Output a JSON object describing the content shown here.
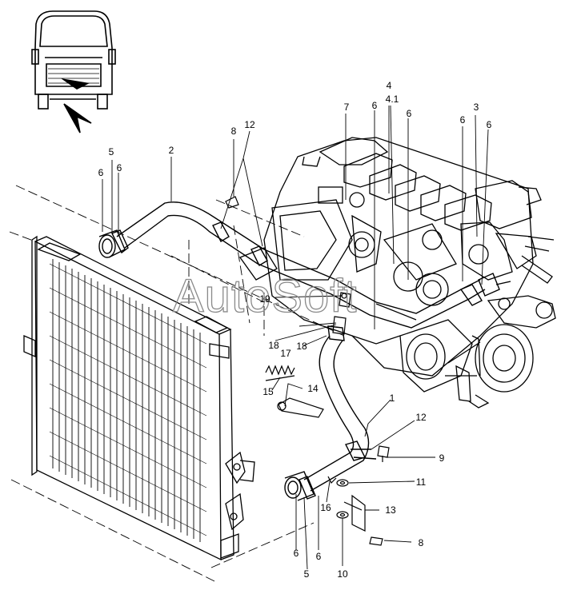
{
  "watermark": "AutoSoft",
  "callouts": {
    "c1": "1",
    "c2": "2",
    "c3": "3",
    "c4": "4",
    "c4_1": "4.1",
    "c5_top": "5",
    "c5_bottom": "5",
    "c6_a": "6",
    "c6_b": "6",
    "c6_c": "6",
    "c6_d": "6",
    "c6_e": "6",
    "c6_f": "6",
    "c6_g": "6",
    "c6_h": "6",
    "c7": "7",
    "c8_top": "8",
    "c8_bottom": "8",
    "c9": "9",
    "c10": "10",
    "c11": "11",
    "c12_top": "12",
    "c12_bottom": "12",
    "c13": "13",
    "c14": "14",
    "c15": "15",
    "c16": "16",
    "c17": "17",
    "c18_a": "18",
    "c18_b": "18",
    "c19": "19"
  },
  "colors": {
    "line": "#000000",
    "watermark": "#8a8a8a",
    "background": "#ffffff"
  }
}
